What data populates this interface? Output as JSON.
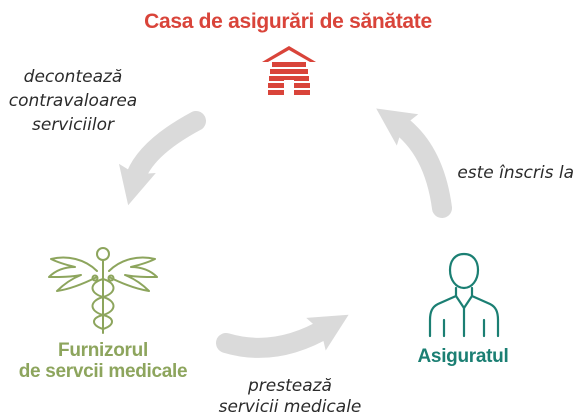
{
  "diagram": {
    "nodes": {
      "casa": {
        "label": "Casa de asigurări de sănătate",
        "icon": "house-icon",
        "color": "#d9443a"
      },
      "furnizor": {
        "label_line1": "Furnizorul",
        "label_line2": "de servcii medicale",
        "icon": "caduceus-icon",
        "color": "#8da55d"
      },
      "asigurat": {
        "label": "Asiguratul",
        "icon": "person-icon",
        "color": "#1b7f73"
      }
    },
    "edges": {
      "asigurat_to_casa": {
        "label": "este înscris la"
      },
      "casa_to_furnizor": {
        "line1": "decontează",
        "line2": "contravaloarea",
        "line3": "serviciilor"
      },
      "furnizor_to_asigurat": {
        "line1": "prestează",
        "line2": "servicii medicale"
      }
    },
    "arrow_color": "#dadada"
  }
}
